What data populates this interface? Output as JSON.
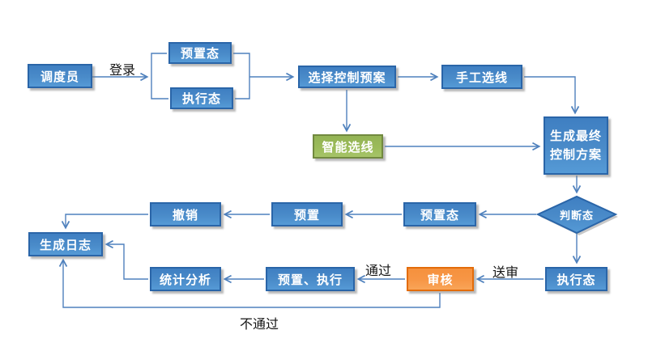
{
  "diagram": {
    "type": "flowchart",
    "nodes": {
      "dispatcher": {
        "label": "调度员"
      },
      "preset_state_top": {
        "label": "预置态"
      },
      "exec_state_top": {
        "label": "执行态"
      },
      "select_plan": {
        "label": "选择控制预案"
      },
      "manual_line": {
        "label": "手工选线"
      },
      "smart_line": {
        "label": "智能选线"
      },
      "final_scheme": {
        "label": "生成最终控制方案"
      },
      "judge_state": {
        "label": "判断态"
      },
      "preset_state_mid": {
        "label": "预置态"
      },
      "preset": {
        "label": "预置"
      },
      "revoke": {
        "label": "撤销"
      },
      "gen_log": {
        "label": "生成日志"
      },
      "exec_state_bottom": {
        "label": "执行态"
      },
      "review": {
        "label": "审核"
      },
      "preset_exec": {
        "label": "预置、执行"
      },
      "stats": {
        "label": "统计分析"
      }
    },
    "edge_labels": {
      "login": "登录",
      "submit": "送审",
      "pass": "通过",
      "fail": "不通过"
    },
    "colors": {
      "node_blue": "#4a8bc9",
      "node_blue_border": "#2a65a8",
      "node_green": "#9bbb59",
      "node_green_border": "#71893f",
      "node_orange": "#f79646",
      "node_orange_border": "#e36c0a",
      "connector": "#4f81bd",
      "node_text": "#ffffff",
      "label_text": "#141414",
      "background": "#ffffff"
    }
  }
}
